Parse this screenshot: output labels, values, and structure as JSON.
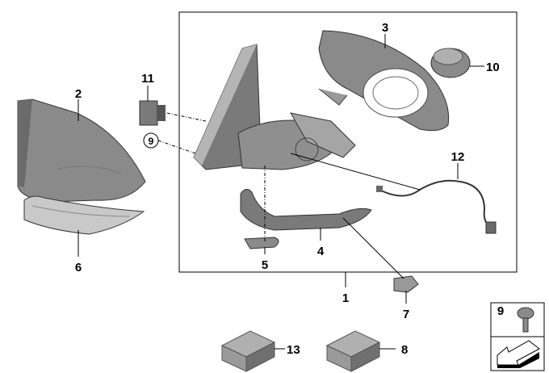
{
  "diagram": {
    "callouts": [
      {
        "id": "1",
        "text": "1"
      },
      {
        "id": "2",
        "text": "2"
      },
      {
        "id": "3",
        "text": "3"
      },
      {
        "id": "4",
        "text": "4"
      },
      {
        "id": "5",
        "text": "5"
      },
      {
        "id": "6",
        "text": "6"
      },
      {
        "id": "7",
        "text": "7"
      },
      {
        "id": "8",
        "text": "8"
      },
      {
        "id": "9",
        "text": "9"
      },
      {
        "id": "10",
        "text": "10"
      },
      {
        "id": "11",
        "text": "11"
      },
      {
        "id": "12",
        "text": "12"
      },
      {
        "id": "13",
        "text": "13"
      }
    ],
    "inset": {
      "screw_label": "9"
    },
    "colors": {
      "part_fill": "#8a8a8a",
      "part_dark": "#5f5f5f",
      "part_light": "#b5b5b5",
      "line": "#000000"
    }
  }
}
